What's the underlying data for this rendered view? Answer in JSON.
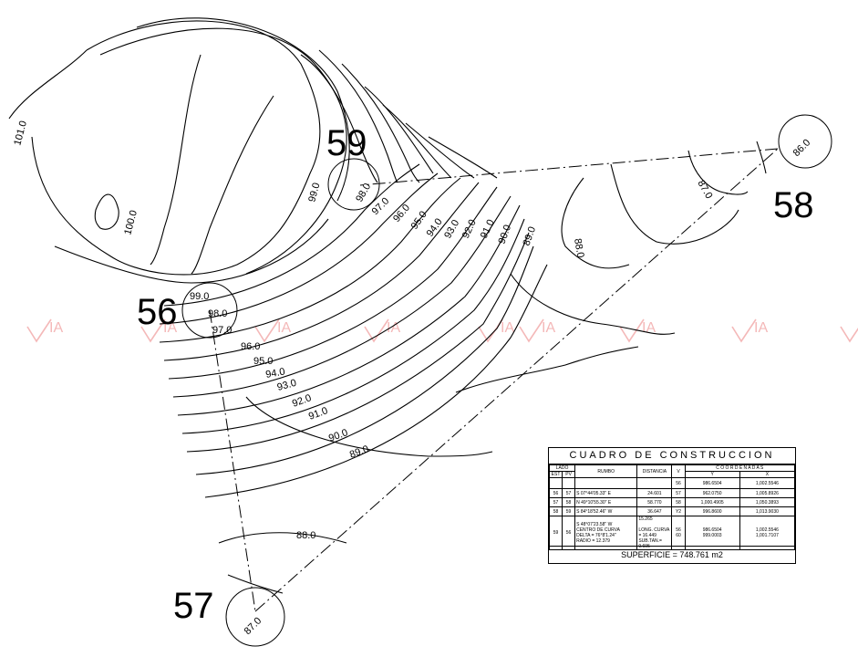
{
  "stations": [
    {
      "id": "59",
      "label": "59"
    },
    {
      "id": "58",
      "label": "58"
    },
    {
      "id": "56",
      "label": "56"
    },
    {
      "id": "57",
      "label": "57"
    }
  ],
  "contour_labels": [
    "101.0",
    "100.0",
    "99.0",
    "98.0",
    "97.0",
    "96.0",
    "95.0",
    "94.0",
    "93.0",
    "92.0",
    "91.0",
    "90.0",
    "89.0",
    "88.0",
    "87.0",
    "86.0"
  ],
  "watermark": {
    "text": "IA",
    "color": "#f4b8b8"
  },
  "table": {
    "title": "CUADRO  DE  CONSTRUCCION",
    "headers": {
      "lado": "LADO",
      "est": "EST",
      "pv": "PV",
      "rumbo": "RUMBO",
      "distancia": "DISTANCIA",
      "v": "V",
      "coordenadas": "C O O R D E N A D A S",
      "y": "Y",
      "x": "X"
    },
    "first_row": {
      "v": "56",
      "y": "986.6504",
      "x": "1,002.5546"
    },
    "rows": [
      {
        "est": "56",
        "pv": "57",
        "rumbo": "S 07°44'05.33\" E",
        "distancia": "24.601",
        "v": "57",
        "y": "962.0750",
        "x": "1,005.8926"
      },
      {
        "est": "57",
        "pv": "58",
        "rumbo": "N 49°10'55.30\" E",
        "distancia": "58.770",
        "v": "58",
        "y": "1,000.4905",
        "x": "1,050.3893"
      },
      {
        "est": "58",
        "pv": "59",
        "rumbo": "S 84°18'52.46\" W",
        "distancia": "36.647",
        "v": "Y2",
        "y": "996.8600",
        "x": "1,013.9030"
      },
      {
        "est": "59",
        "pv": "56",
        "rumbo": "S 48°07'23.58\" W\nCENTRO DE CURVA\nDELTA = 76°8'1.24\"\nRADIO = 12.379",
        "distancia": "15.265\n\nLONG. CURVA = 16.449\nSUB.TAN.= 9.695",
        "v": "56\n60",
        "y": "986.6504\n999.0003",
        "x": "1,002.5546\n1,001.7107"
      }
    ],
    "surface": "SUPERFICIE  =  748.761  m2"
  }
}
